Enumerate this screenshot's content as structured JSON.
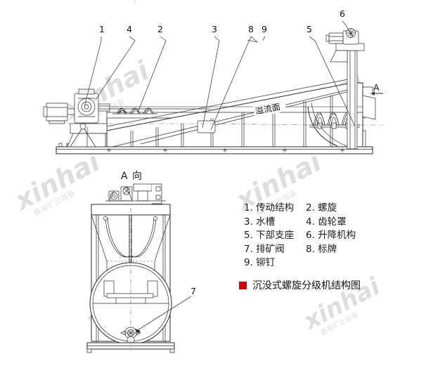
{
  "diagram": {
    "title_caption": "沉没式螺旋分级机结构图",
    "view_label": "A 向",
    "view_marker": "A",
    "overflow_label": "溢流面",
    "watermark": "xinhai",
    "watermark_sub": "鑫海矿业装备",
    "accent_color": "#cc0000",
    "line_color": "#2b2b2b"
  },
  "callouts": {
    "c1": "1",
    "c4": "4",
    "c2": "2",
    "c3": "3",
    "c8": "8",
    "c9": "9",
    "c5": "5",
    "c6": "6",
    "c7": "7"
  },
  "legend": {
    "rows": [
      {
        "left": "1. 传动结构",
        "right": "2. 螺旋"
      },
      {
        "left": "3. 水槽",
        "right": "4. 齿轮罩"
      },
      {
        "left": "5. 下部支座",
        "right": "6. 升降机构"
      },
      {
        "left": "7. 排矿阀",
        "right": "8. 标牌"
      },
      {
        "left": "9. 铆钉",
        "right": ""
      }
    ]
  }
}
